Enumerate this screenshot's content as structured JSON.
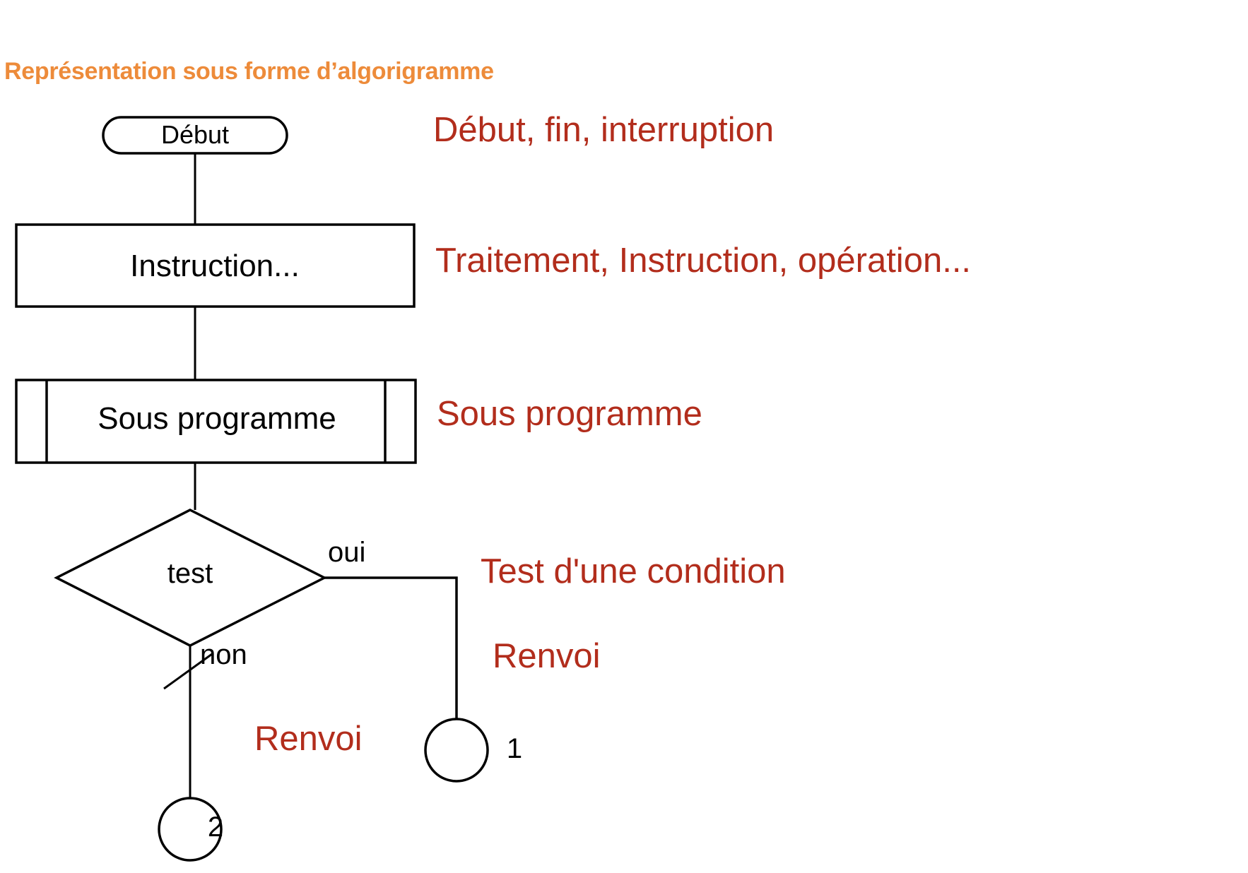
{
  "title": {
    "plain": "Représentation sous forme d’",
    "underlined": "algorigramme",
    "color": "#ED8B3A",
    "squiggle_color": "#E03A1E"
  },
  "colors": {
    "shape_stroke": "#000000",
    "shape_fill": "#FFFFFF",
    "legend_red": "#B22D1C",
    "title_orange": "#ED8B3A",
    "background": "#FFFFFF"
  },
  "flowchart": {
    "type": "flowchart",
    "nodes": [
      {
        "id": "debut",
        "shape": "terminator",
        "label": "Début"
      },
      {
        "id": "instruction",
        "shape": "process",
        "label": "Instruction..."
      },
      {
        "id": "sousprog",
        "shape": "subroutine",
        "label": "Sous programme"
      },
      {
        "id": "test",
        "shape": "decision",
        "label": "test"
      },
      {
        "id": "connector1",
        "shape": "connector",
        "label": "1"
      },
      {
        "id": "connector2",
        "shape": "connector",
        "label": "2"
      }
    ],
    "edges": [
      {
        "from": "debut",
        "to": "instruction",
        "label": ""
      },
      {
        "from": "instruction",
        "to": "sousprog",
        "label": ""
      },
      {
        "from": "sousprog",
        "to": "test",
        "label": ""
      },
      {
        "from": "test",
        "to": "connector1",
        "label": "oui"
      },
      {
        "from": "test",
        "to": "connector2",
        "label": "non"
      }
    ],
    "edge_labels": {
      "oui": "oui",
      "non": "non"
    }
  },
  "legend": [
    {
      "id": "legend-debut",
      "text": "Début, fin, interruption",
      "target": "debut"
    },
    {
      "id": "legend-traitement",
      "text": "Traitement, Instruction, opération...",
      "target": "instruction"
    },
    {
      "id": "legend-sousprog",
      "text": "Sous programme",
      "target": "sousprog"
    },
    {
      "id": "legend-test",
      "text": "Test d'une condition",
      "target": "test"
    },
    {
      "id": "legend-renvoi1",
      "text": "Renvoi",
      "target": "connector1"
    },
    {
      "id": "legend-renvoi2",
      "text": "Renvoi",
      "target": "connector2"
    }
  ]
}
